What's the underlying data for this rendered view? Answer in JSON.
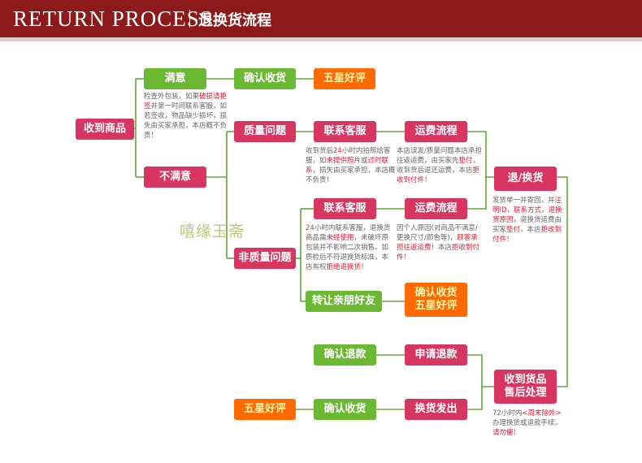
{
  "header": {
    "title_en": "RETURN PROCESS",
    "title_cn": "退换货流程"
  },
  "watermark": "嘻缘玉斋",
  "colors": {
    "header_bg": "#8c1a1a",
    "pink": "#d6365f",
    "green": "#6bb832",
    "orange": "#ff6a00",
    "line": "#5fa83a",
    "highlight": "#e0182e"
  },
  "nodes": {
    "received_goods": "收到商品",
    "satisfied": "满意",
    "confirm_receipt_top": "确认收货",
    "five_star_top": "五星好评",
    "not_satisfied": "不满意",
    "quality_issue": "质量问题",
    "contact_cs_1": "联系客服",
    "shipping_flow_1": "运费流程",
    "return_exchange": "退/换货",
    "non_quality_issue": "非质量问题",
    "contact_cs_2": "联系客服",
    "shipping_flow_2": "运费流程",
    "transfer_friends": "转让亲朋好友",
    "confirm_receipt_mid_1": "确认收货",
    "confirm_receipt_mid_2": "五星好评",
    "confirm_refund": "确认退款",
    "apply_refund": "申请退款",
    "received_return_1": "收到货品",
    "received_return_2": "售后处理",
    "five_star_bottom": "五星好评",
    "confirm_receipt_bottom": "确认收货",
    "exchange_shipped": "换货发出"
  },
  "notes": {
    "check_package": [
      [
        "检查外包装，如果",
        ""
      ],
      [
        "",
        "破损"
      ],
      [
        "",
        "请拒签"
      ],
      [
        "并第一时间联系客服，如若签收，物品缺少损坏，损失由买家承担，本店概不负责！",
        ""
      ]
    ],
    "quality_contact": [
      [
        "收到货后",
        ""
      ],
      [
        "24",
        "hl"
      ],
      [
        "小时内拍照给客服，如",
        ""
      ],
      [
        "未提供照片",
        "hl"
      ],
      [
        "或",
        ""
      ],
      [
        "过时联系",
        "hl"
      ],
      [
        "，损失由买家承担，本店概不负责！",
        ""
      ]
    ],
    "quality_shipping": [
      [
        "本店误发/质量问题本店承担往返运费，由买家先",
        ""
      ],
      [
        "垫付",
        "hl"
      ],
      [
        "，收到货后退还运费，本店",
        ""
      ],
      [
        "拒收到付件",
        "hl"
      ],
      [
        "！",
        ""
      ]
    ],
    "nonquality_contact": [
      [
        "24小时内联系客服，退换货商品需",
        ""
      ],
      [
        "未经使用",
        "hl"
      ],
      [
        "，未破坏原包装并不影响二次销售。如质检后不符退换货标准，本店有权",
        ""
      ],
      [
        "拒绝退换货",
        "hl"
      ],
      [
        "！",
        ""
      ]
    ],
    "nonquality_shipping": [
      [
        "因个人原因(对商品不满意/更换尺寸/颜色等)，",
        ""
      ],
      [
        "顾客承担往返运费",
        "hl"
      ],
      [
        "！本店",
        ""
      ],
      [
        "拒收到付件",
        "hl"
      ],
      [
        "！",
        ""
      ]
    ],
    "return_note": [
      [
        "发货单一并寄回，并",
        ""
      ],
      [
        "注明ID，联系方式，退换货原因",
        "hl"
      ],
      [
        "，退换货运费由买家",
        ""
      ],
      [
        "垫付",
        "hl"
      ],
      [
        "，本店",
        ""
      ],
      [
        "拒收到付件",
        "hl"
      ],
      [
        "！",
        ""
      ]
    ],
    "aftersale_note": [
      [
        "72小时内",
        ""
      ],
      [
        "<周末除外>",
        "hl"
      ],
      [
        "办理换货或退款手续。",
        ""
      ],
      [
        "请勿催",
        "hl"
      ],
      [
        "！",
        ""
      ]
    ]
  }
}
